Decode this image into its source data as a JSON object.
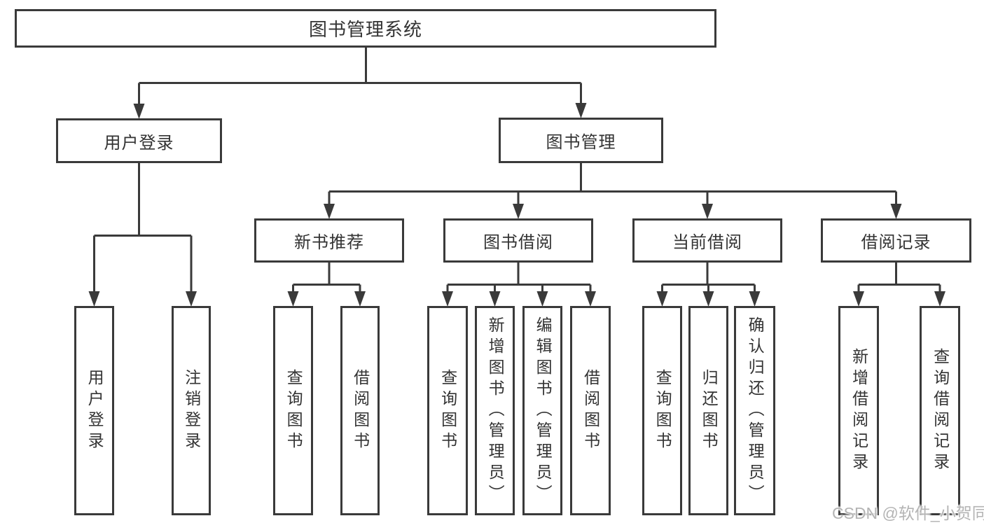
{
  "tree": {
    "root": {
      "label": "图书管理系统"
    },
    "user_login": {
      "label": "用户登录",
      "children": [
        {
          "label": "用户登录"
        },
        {
          "label": "注销登录"
        }
      ]
    },
    "book_management": {
      "label": "图书管理",
      "sections": [
        {
          "label": "新书推荐",
          "children": [
            {
              "label": "查询图书"
            },
            {
              "label": "借阅图书"
            }
          ]
        },
        {
          "label": "图书借阅",
          "children": [
            {
              "label": "查询图书"
            },
            {
              "label": "新增图书（管理员）"
            },
            {
              "label": "编辑图书（管理员）"
            },
            {
              "label": "借阅图书"
            }
          ]
        },
        {
          "label": "当前借阅",
          "children": [
            {
              "label": "查询图书"
            },
            {
              "label": "归还图书"
            },
            {
              "label": "确认归还（管理员）"
            }
          ]
        },
        {
          "label": "借阅记录",
          "children": [
            {
              "label": "新增借阅记录"
            },
            {
              "label": "查询借阅记录"
            }
          ]
        }
      ]
    }
  },
  "watermark": {
    "text": "CSDN @软件_小贺同学",
    "color": "#b4b4b4"
  },
  "colors": {
    "line": "#3a3a3a",
    "box_border": "#3a3a3a",
    "text": "#333333",
    "background": "#ffffff"
  }
}
